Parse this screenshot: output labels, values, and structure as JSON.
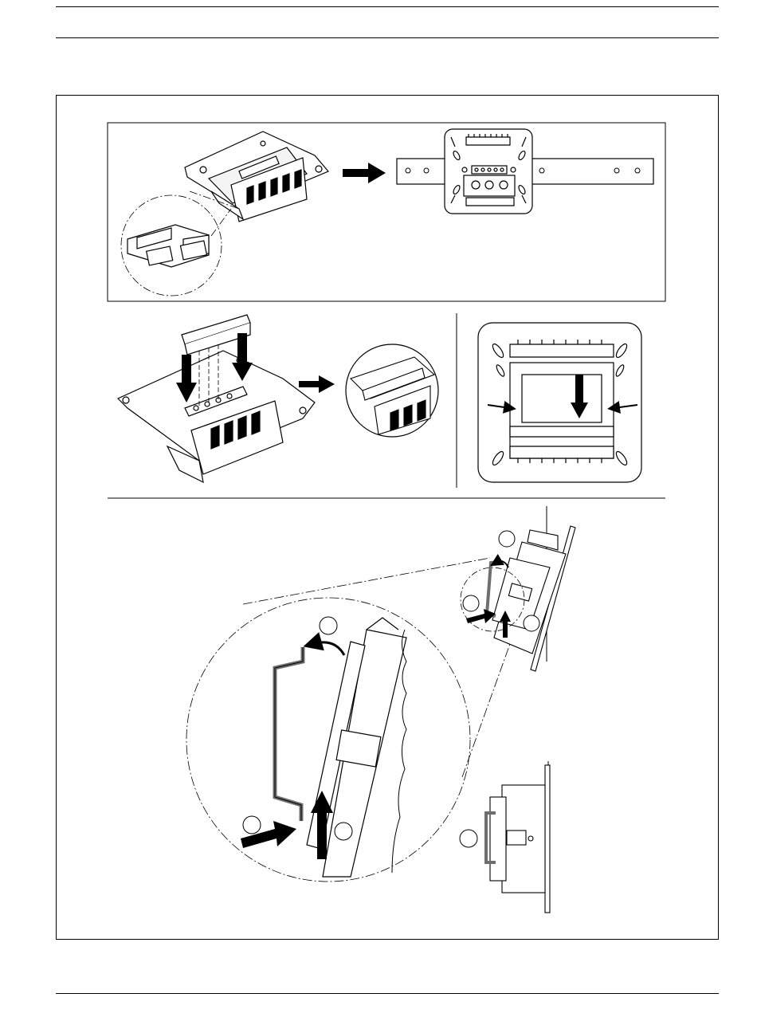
{
  "page": {
    "header_text": "",
    "footer_text": "",
    "colors": {
      "line": "#000000",
      "rail_gray": "#6e6e6e",
      "background": "#ffffff"
    }
  },
  "figures": [
    {
      "name": "din-rail-clip-mounting",
      "icons": [
        "module-base-icon",
        "din-rail-icon",
        "right-arrow-icon",
        "magnifier-circle-icon"
      ]
    },
    {
      "name": "terminal-cover-insertion",
      "icons": [
        "down-arrow-icon",
        "right-arrow-icon",
        "magnifier-circle-icon"
      ]
    },
    {
      "name": "module-release-top-view",
      "icons": [
        "squeeze-arrow-icon",
        "down-arrow-icon"
      ]
    },
    {
      "name": "rail-hook-detail",
      "icons": [
        "curved-arrow-icon",
        "up-arrow-icon",
        "push-arrow-icon",
        "callout-circle-icon"
      ]
    }
  ],
  "callouts": [
    "",
    "",
    "",
    "",
    "",
    "",
    "",
    ""
  ]
}
